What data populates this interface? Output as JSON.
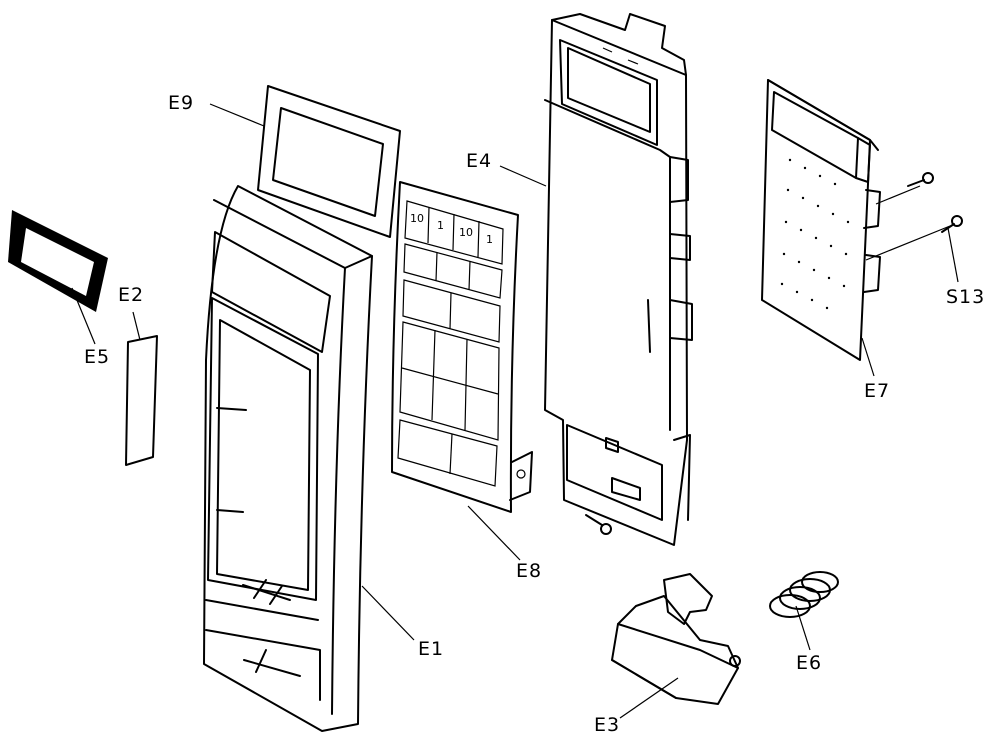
{
  "diagram": {
    "callouts": {
      "e1": "E1",
      "e2": "E2",
      "e3": "E3",
      "e4": "E4",
      "e5": "E5",
      "e6": "E6",
      "e7": "E7",
      "e8": "E8",
      "e9": "E9",
      "s13": "S13"
    },
    "keypad_top_keys": [
      "10",
      "1",
      "10",
      "1"
    ]
  }
}
